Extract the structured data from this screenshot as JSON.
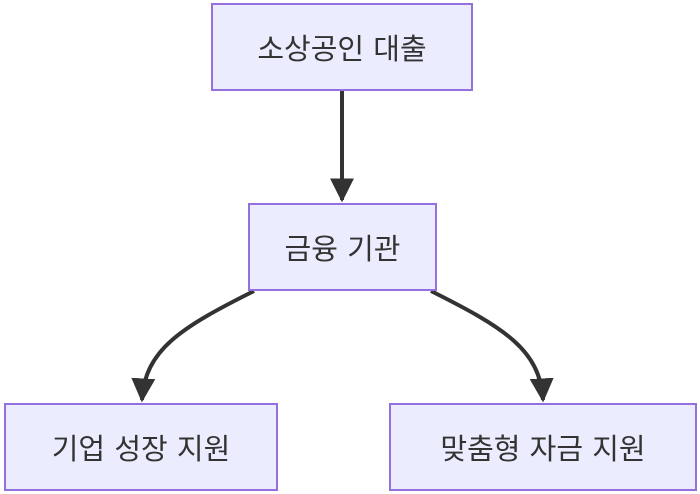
{
  "diagram": {
    "type": "flowchart",
    "direction": "top-down",
    "nodes": [
      {
        "id": "n1",
        "label": "소상공인 대출"
      },
      {
        "id": "n2",
        "label": "금융 기관"
      },
      {
        "id": "n3",
        "label": "기업 성장 지원"
      },
      {
        "id": "n4",
        "label": "맞춤형 자금 지원"
      }
    ],
    "edges": [
      {
        "from": "n1",
        "to": "n2"
      },
      {
        "from": "n2",
        "to": "n3"
      },
      {
        "from": "n2",
        "to": "n4"
      }
    ],
    "colors": {
      "node_fill": "#ececff",
      "node_border": "#9370db",
      "edge": "#333333",
      "text": "#333333"
    }
  }
}
